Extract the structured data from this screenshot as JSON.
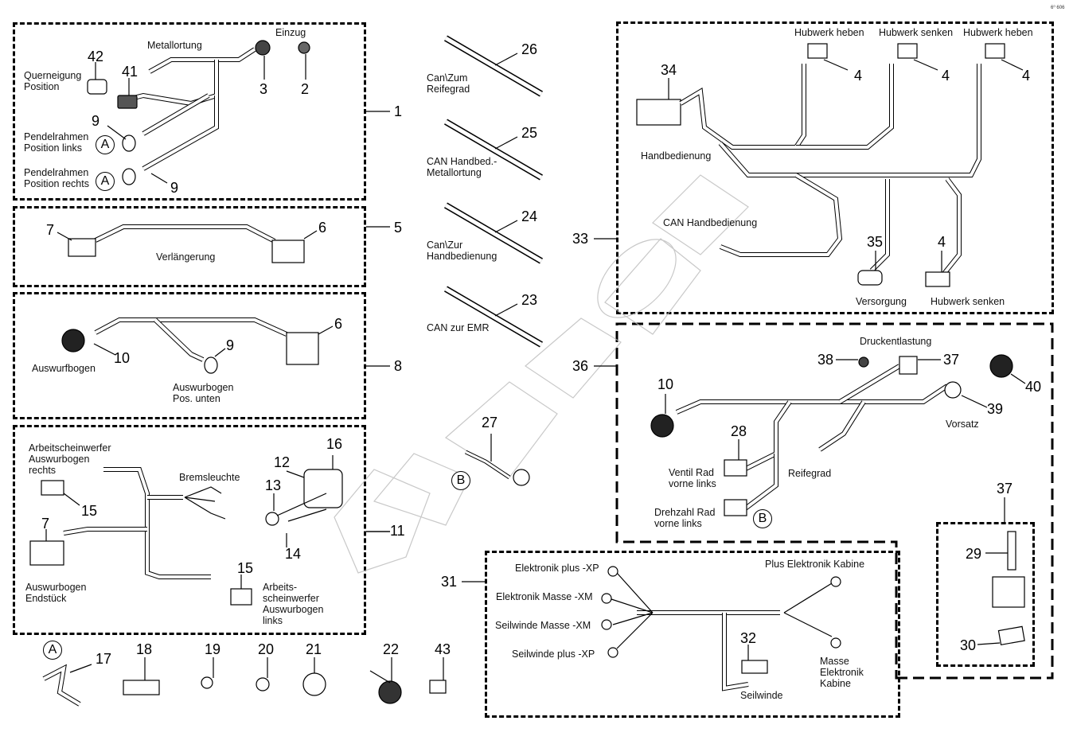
{
  "corner_code": "6⁰ 606",
  "watermark": "ЭБИЗОН",
  "groups": [
    {
      "id": "1",
      "title": "Group 1",
      "labels": [
        "Metallortung",
        "Einzug",
        "Querneigung\nPosition",
        "Pendelrahmen\nPosition links",
        "Pendelrahmen\nPosition rechts"
      ],
      "parts": [
        "42",
        "41",
        "3",
        "2",
        "9",
        "9"
      ],
      "refs": [
        "A",
        "A"
      ]
    },
    {
      "id": "5",
      "labels": [
        "Verlängerung"
      ],
      "parts": [
        "7",
        "6"
      ]
    },
    {
      "id": "8",
      "labels": [
        "Auswurfbogen",
        "Auswurbogen\nPos. unten"
      ],
      "parts": [
        "10",
        "9",
        "6"
      ]
    },
    {
      "id": "11",
      "labels": [
        "Arbeitscheinwerfer\nAuswurbogen\nrechts",
        "Bremsleuchte",
        "Auswurbogen\nEndstück",
        "Arbeits-\nscheinwerfer\nAuswurbogen\nlinks"
      ],
      "parts": [
        "16",
        "12",
        "13",
        "15",
        "7",
        "14",
        "15"
      ]
    },
    {
      "id": "33",
      "labels": [
        "Hubwerk heben",
        "Hubwerk senken",
        "Hubwerk heben",
        "Handbedienung",
        "CAN Handbedienung",
        "Versorgung",
        "Hubwerk senken"
      ],
      "parts": [
        "34",
        "4",
        "4",
        "4",
        "35",
        "4"
      ]
    },
    {
      "id": "36",
      "labels": [
        "Druckentlastung",
        "Vorsatz",
        "Reifegrad",
        "Ventil Rad\nvorne links",
        "Drehzahl Rad\nvorne links"
      ],
      "parts": [
        "38",
        "37",
        "40",
        "10",
        "39",
        "28"
      ],
      "refs": [
        "B"
      ]
    },
    {
      "id": "31",
      "labels": [
        "Elektronik plus -XP",
        "Elektronik Masse -XM",
        "Seilwinde Masse -XM",
        "Seilwinde plus -XP",
        "Plus Elektronik Kabine",
        "Masse\nElektronik\nKabine",
        "Seilwinde"
      ],
      "parts": [
        "32"
      ]
    },
    {
      "id": "37",
      "parts": [
        "29",
        "30"
      ]
    }
  ],
  "cables": [
    {
      "part": "26",
      "label": "Can\\Zum\nReifegrad"
    },
    {
      "part": "25",
      "label": "CAN Handbed.-\nMetallortung"
    },
    {
      "part": "24",
      "label": "Can\\Zur\nHandbedienung"
    },
    {
      "part": "23",
      "label": "CAN zur EMR"
    }
  ],
  "loose_parts": [
    {
      "part": "27",
      "ref": "B"
    },
    {
      "part": "17",
      "ref": "A"
    },
    {
      "part": "18"
    },
    {
      "part": "19"
    },
    {
      "part": "20"
    },
    {
      "part": "21"
    },
    {
      "part": "22"
    },
    {
      "part": "43"
    }
  ],
  "t": {
    "metallortung": "Metallortung",
    "einzug": "Einzug",
    "querneigung": "Querneigung\nPosition",
    "pendel_links": "Pendelrahmen\nPosition links",
    "pendel_rechts": "Pendelrahmen\nPosition rechts",
    "verlaengerung": "Verlängerung",
    "auswurfbogen": "Auswurfbogen",
    "auswurbogen_unten": "Auswurbogen\nPos. unten",
    "arb_rechts": "Arbeitscheinwerfer\nAuswurbogen\nrechts",
    "bremsleuchte": "Bremsleuchte",
    "endstueck": "Auswurbogen\nEndstück",
    "arb_links": "Arbeits-\nscheinwerfer\nAuswurbogen\nlinks",
    "c26": "Can\\Zum\nReifegrad",
    "c25": "CAN Handbed.-\nMetallortung",
    "c24": "Can\\Zur\nHandbedienung",
    "c23": "CAN zur EMR",
    "hub_heben_1": "Hubwerk heben",
    "hub_senken_1": "Hubwerk senken",
    "hub_heben_2": "Hubwerk heben",
    "handbedienung": "Handbedienung",
    "can_handbedienung": "CAN Handbedienung",
    "versorgung": "Versorgung",
    "hub_senken_2": "Hubwerk senken",
    "druckentlastung": "Druckentlastung",
    "vorsatz": "Vorsatz",
    "reifegrad": "Reifegrad",
    "ventil_rad": "Ventil Rad\nvorne links",
    "drehzahl_rad": "Drehzahl Rad\nvorne links",
    "el_plus": "Elektronik plus -XP",
    "el_masse": "Elektronik Masse -XM",
    "sw_masse": "Seilwinde Masse -XM",
    "sw_plus": "Seilwinde plus -XP",
    "plus_kabine": "Plus Elektronik Kabine",
    "masse_kabine": "Masse\nElektronik\nKabine",
    "seilwinde": "Seilwinde"
  },
  "n": {
    "p1": "1",
    "p2": "2",
    "p3": "3",
    "p4": "4",
    "p5": "5",
    "p6": "6",
    "p7": "7",
    "p8": "8",
    "p9": "9",
    "p10": "10",
    "p11": "11",
    "p12": "12",
    "p13": "13",
    "p14": "14",
    "p15": "15",
    "p16": "16",
    "p17": "17",
    "p18": "18",
    "p19": "19",
    "p20": "20",
    "p21": "21",
    "p22": "22",
    "p23": "23",
    "p24": "24",
    "p25": "25",
    "p26": "26",
    "p27": "27",
    "p28": "28",
    "p29": "29",
    "p30": "30",
    "p31": "31",
    "p32": "32",
    "p33": "33",
    "p34": "34",
    "p35": "35",
    "p36": "36",
    "p37": "37",
    "p38": "38",
    "p39": "39",
    "p40": "40",
    "p41": "41",
    "p42": "42",
    "p43": "43",
    "A": "A",
    "B": "B"
  }
}
